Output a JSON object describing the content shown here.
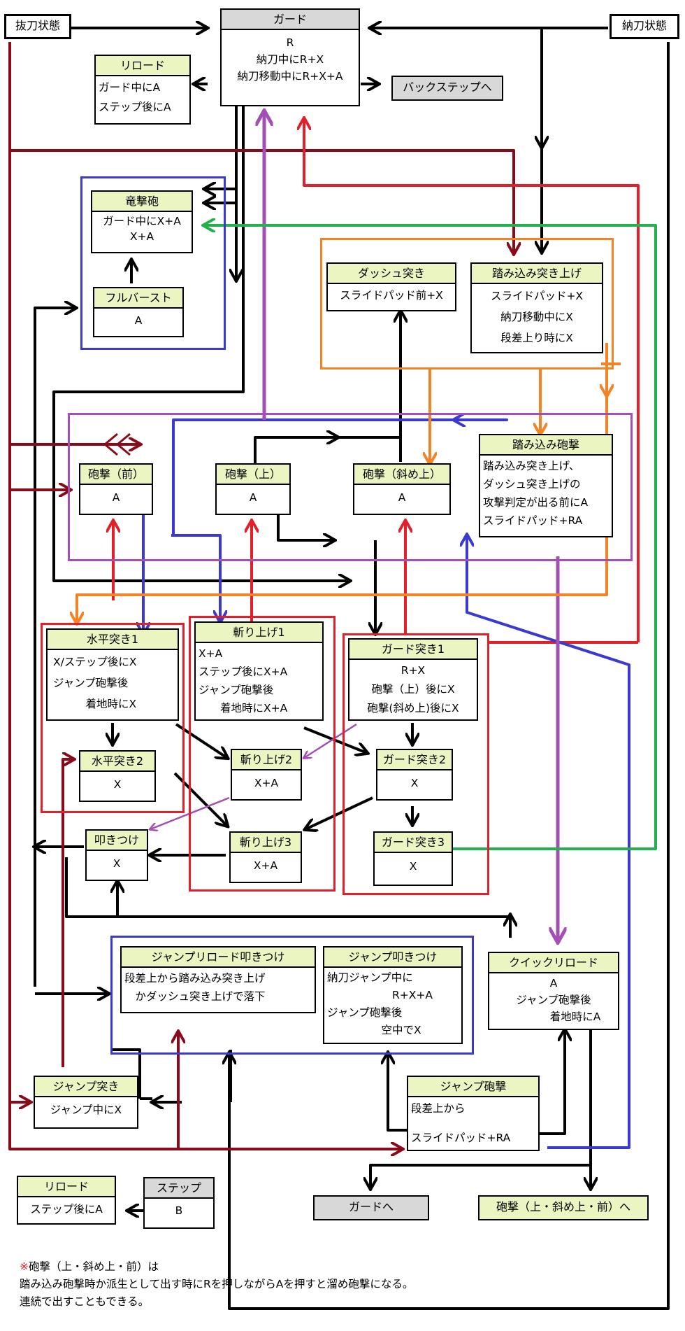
{
  "states": {
    "battou": "抜刀状態",
    "noutou": "納刀状態"
  },
  "guard": {
    "title": "ガード",
    "lines": "R\n納刀中にR+X\n納刀移動中にR+X+A"
  },
  "backstep": "バックステップへ",
  "reload_top": {
    "title": "リロード",
    "lines": "ガード中にA\nステップ後にA"
  },
  "ryugeki": {
    "title": "竜撃砲",
    "lines": "ガード中にX+A\nX+A"
  },
  "fullburst": {
    "title": "フルバースト",
    "lines": "A"
  },
  "dash_tsuki": {
    "title": "ダッシュ突き",
    "lines": "スライドパッド前+X"
  },
  "fumikomi_tsuki": {
    "title": "踏み込み突き上げ",
    "lines": "スライドパッド+X\n納刀移動中にX\n段差上り時にX"
  },
  "hougeki_mae": {
    "title": "砲撃（前）",
    "lines": "A"
  },
  "hougeki_ue": {
    "title": "砲撃（上）",
    "lines": "A"
  },
  "hougeki_naname": {
    "title": "砲撃（斜め上）",
    "lines": "A"
  },
  "fumikomi_hougeki": {
    "title": "踏み込み砲撃",
    "lines": "踏み込み突き上げ、\nダッシュ突き上げの\n攻撃判定が出る前にA\nスライドパッド+RA"
  },
  "suihei1": {
    "title": "水平突き1",
    "lines": "X/ステップ後にX\nジャンプ砲撃後\n　　　着地時にX"
  },
  "kiriage1": {
    "title": "斬り上げ1",
    "lines": "X+A\nステップ後にX+A\nジャンプ砲撃後\n　　着地時にX+A"
  },
  "guard_tsuki1": {
    "title": "ガード突き1",
    "lines": "R+X\n砲撃（上）後にX\n砲撃(斜め上)後にX"
  },
  "suihei2": {
    "title": "水平突き2",
    "lines": "X"
  },
  "kiriage2": {
    "title": "斬り上げ2",
    "lines": "X+A"
  },
  "guard_tsuki2": {
    "title": "ガード突き2",
    "lines": "X"
  },
  "tatakitsuke": {
    "title": "叩きつけ",
    "lines": "X"
  },
  "kiriage3": {
    "title": "斬り上げ3",
    "lines": "X+A"
  },
  "guard_tsuki3": {
    "title": "ガード突き3",
    "lines": "X"
  },
  "jump_reload_tataki": {
    "title": "ジャンプリロード叩きつけ",
    "lines": "段差上から踏み込み突き上げ\n　かダッシュ突き上げで落下"
  },
  "jump_tataki": {
    "title": "ジャンプ叩きつけ",
    "lines": "納刀ジャンプ中に\n　　　　　　R+X+A\nジャンプ砲撃後\n　　　　　空中でX"
  },
  "quick_reload": {
    "title": "クイックリロード",
    "lines": "A\nジャンプ砲撃後\n　　　　着地時にA"
  },
  "jump_tsuki": {
    "title": "ジャンプ突き",
    "lines": "ジャンプ中にX"
  },
  "jump_hougeki": {
    "title": "ジャンプ砲撃",
    "lines": "段差上から\n\nスライドパッド+RA"
  },
  "reload_bottom": {
    "title": "リロード",
    "lines": "ステップ後にA"
  },
  "step": {
    "title": "ステップ",
    "lines": "B"
  },
  "guard_he": "ガードへ",
  "hougeki_he": "砲撃（上・斜め上・前）へ",
  "note": {
    "line1_mark": "※",
    "line1_text": "砲撃（上・斜め上・前）は",
    "line2": "踏み込み砲撃時か派生として出す時にRを押しながらAを押すと溜め砲撃になる。",
    "line3": "連続で出すこともできる。"
  },
  "colors": {
    "black": "#000000",
    "darkred": "#8b0a1a",
    "red": "#e3202a",
    "blue": "#3a3ad0",
    "purple": "#a34fb4",
    "orange": "#f38324",
    "green": "#22b14c",
    "header": "#eaf5c2",
    "gray": "#d8d8d8"
  }
}
